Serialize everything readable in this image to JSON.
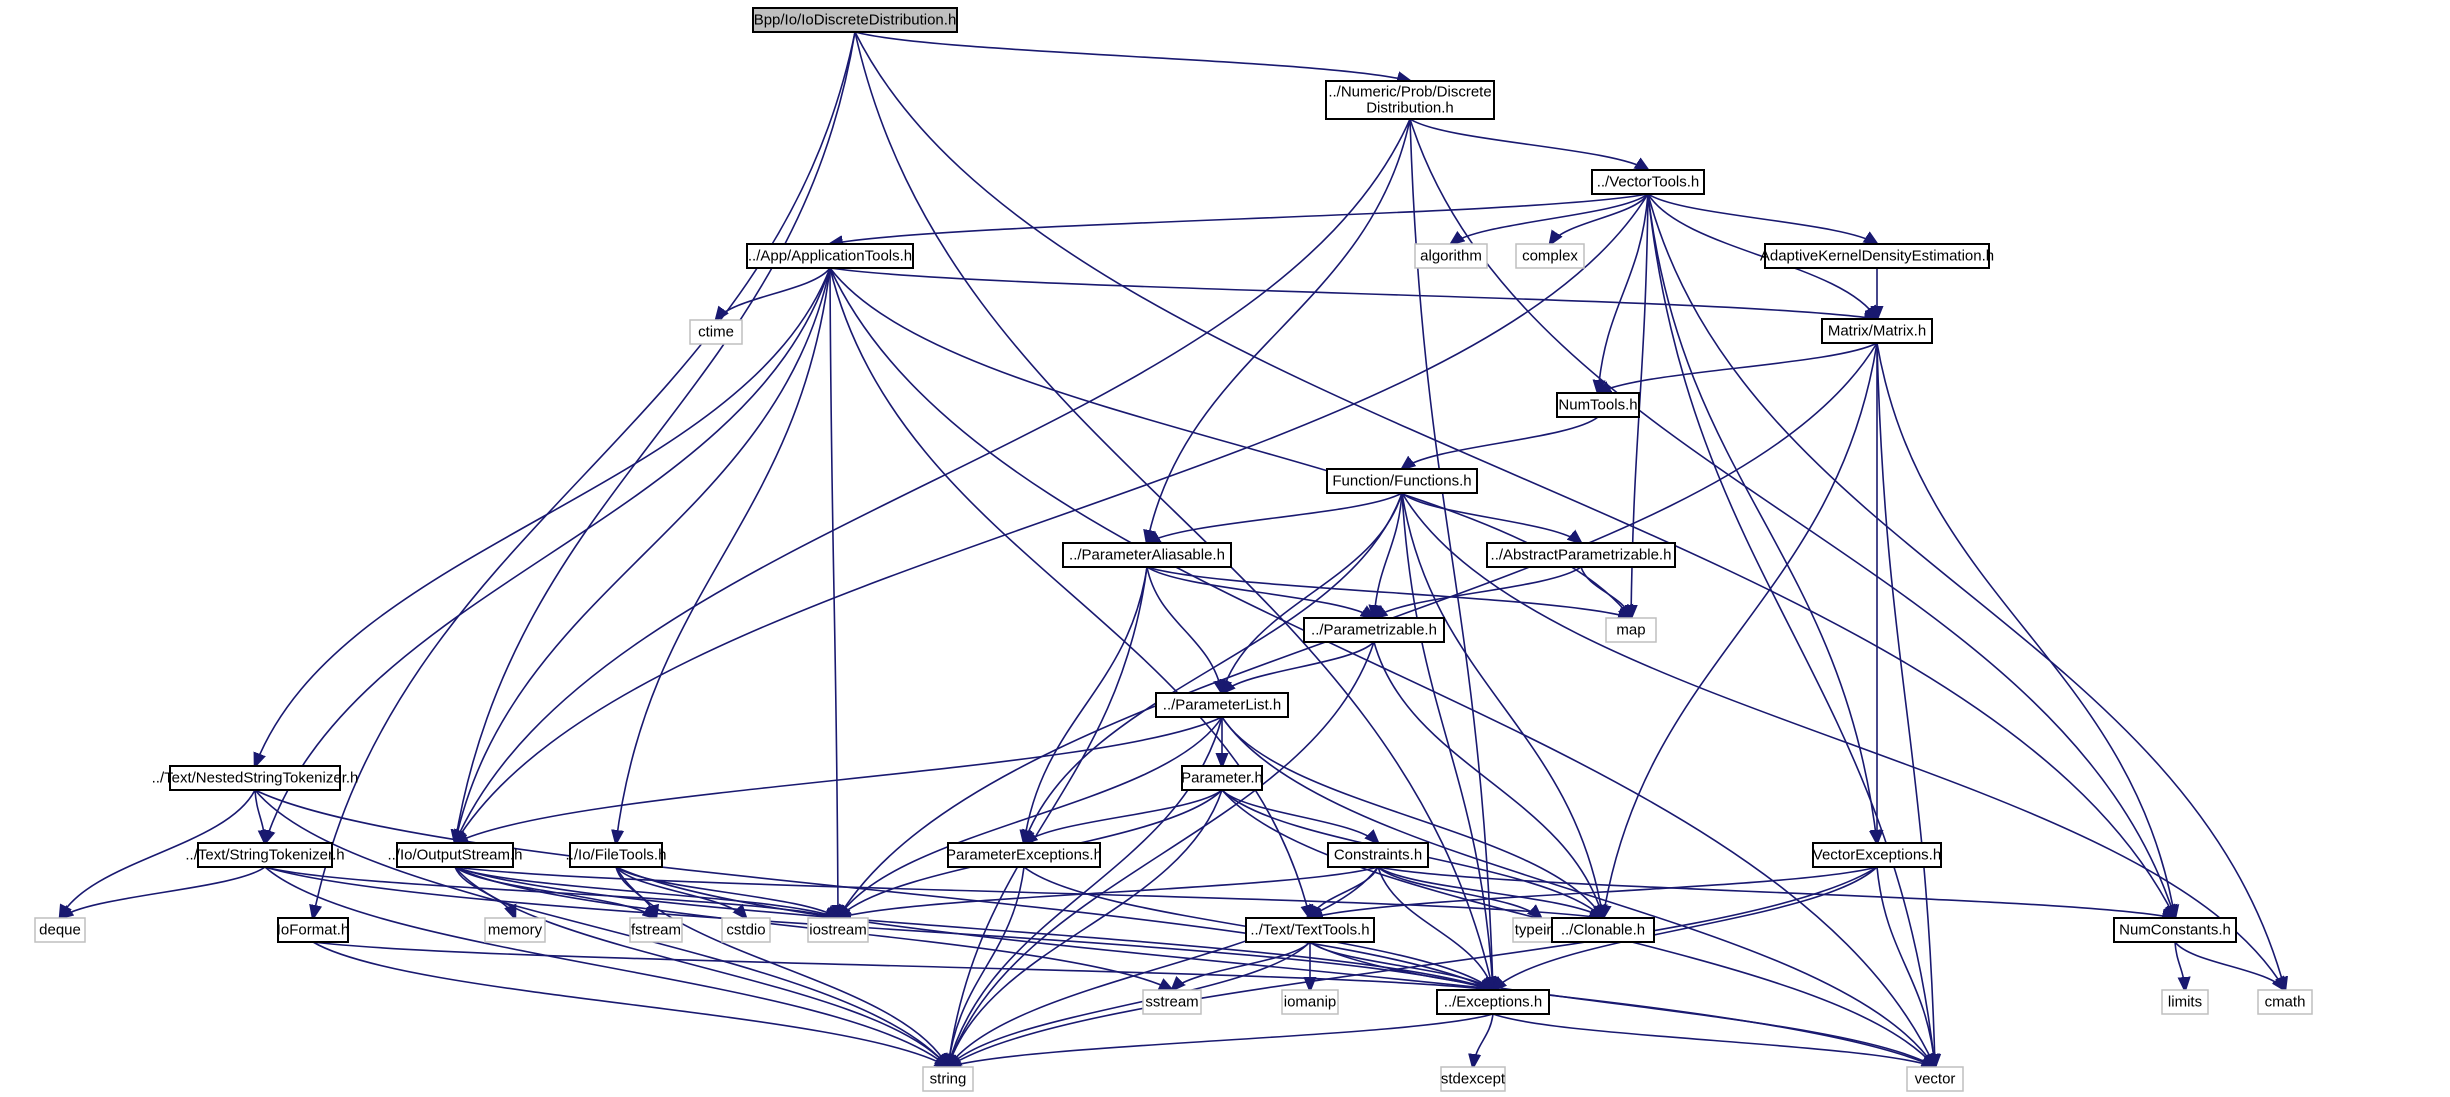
{
  "diagram": {
    "type": "include-dependency-graph",
    "title": "Bpp/Io/IoDiscreteDistribution.h",
    "colors": {
      "edge": "#191970",
      "root_fill": "#bfbfbf",
      "external_border": "#bfbfbf"
    },
    "nodes": [
      {
        "id": "root",
        "label": "Bpp/Io/IoDiscreteDistribution.h",
        "kind": "root"
      },
      {
        "id": "dd",
        "label": "../Numeric/Prob/Discrete\nDistribution.h",
        "kind": "file"
      },
      {
        "id": "vt",
        "label": "../VectorTools.h",
        "kind": "file"
      },
      {
        "id": "at",
        "label": "../App/ApplicationTools.h",
        "kind": "file"
      },
      {
        "id": "algorithm",
        "label": "algorithm",
        "kind": "external"
      },
      {
        "id": "complex",
        "label": "complex",
        "kind": "external"
      },
      {
        "id": "akde",
        "label": "AdaptiveKernelDensityEstimation.h",
        "kind": "file"
      },
      {
        "id": "ctime",
        "label": "ctime",
        "kind": "external"
      },
      {
        "id": "matrix",
        "label": "Matrix/Matrix.h",
        "kind": "file"
      },
      {
        "id": "numtools",
        "label": "NumTools.h",
        "kind": "file"
      },
      {
        "id": "functions",
        "label": "Function/Functions.h",
        "kind": "file"
      },
      {
        "id": "palias",
        "label": "../ParameterAliasable.h",
        "kind": "file"
      },
      {
        "id": "abspar",
        "label": "../AbstractParametrizable.h",
        "kind": "file"
      },
      {
        "id": "map",
        "label": "map",
        "kind": "external"
      },
      {
        "id": "parametrizable",
        "label": "../Parametrizable.h",
        "kind": "file"
      },
      {
        "id": "plist",
        "label": "../ParameterList.h",
        "kind": "file"
      },
      {
        "id": "nst",
        "label": "../Text/NestedStringTokenizer.h",
        "kind": "file"
      },
      {
        "id": "parameter",
        "label": "Parameter.h",
        "kind": "file"
      },
      {
        "id": "st",
        "label": "../Text/StringTokenizer.h",
        "kind": "file"
      },
      {
        "id": "os",
        "label": "../Io/OutputStream.h",
        "kind": "file"
      },
      {
        "id": "ft",
        "label": "../Io/FileTools.h",
        "kind": "file"
      },
      {
        "id": "pexc",
        "label": "ParameterExceptions.h",
        "kind": "file"
      },
      {
        "id": "constraints",
        "label": "Constraints.h",
        "kind": "file"
      },
      {
        "id": "vexc",
        "label": "VectorExceptions.h",
        "kind": "file"
      },
      {
        "id": "deque",
        "label": "deque",
        "kind": "external"
      },
      {
        "id": "ioformat",
        "label": "IoFormat.h",
        "kind": "file"
      },
      {
        "id": "memory",
        "label": "memory",
        "kind": "external"
      },
      {
        "id": "fstream",
        "label": "fstream",
        "kind": "external"
      },
      {
        "id": "cstdio",
        "label": "cstdio",
        "kind": "external"
      },
      {
        "id": "iostream",
        "label": "iostream",
        "kind": "external"
      },
      {
        "id": "tt",
        "label": "../Text/TextTools.h",
        "kind": "file"
      },
      {
        "id": "typeinfo",
        "label": "typeinfo",
        "kind": "external"
      },
      {
        "id": "clonable",
        "label": "../Clonable.h",
        "kind": "file"
      },
      {
        "id": "numconst",
        "label": "NumConstants.h",
        "kind": "file"
      },
      {
        "id": "sstream",
        "label": "sstream",
        "kind": "external"
      },
      {
        "id": "iomanip",
        "label": "iomanip",
        "kind": "external"
      },
      {
        "id": "exc",
        "label": "../Exceptions.h",
        "kind": "file"
      },
      {
        "id": "limits",
        "label": "limits",
        "kind": "external"
      },
      {
        "id": "cmath",
        "label": "cmath",
        "kind": "external"
      },
      {
        "id": "string",
        "label": "string",
        "kind": "external"
      },
      {
        "id": "stdexcept",
        "label": "stdexcept",
        "kind": "external"
      },
      {
        "id": "vector",
        "label": "vector",
        "kind": "external"
      }
    ],
    "edges": [
      [
        "root",
        "dd"
      ],
      [
        "root",
        "os"
      ],
      [
        "root",
        "ioformat"
      ],
      [
        "root",
        "numconst"
      ],
      [
        "root",
        "exc"
      ],
      [
        "dd",
        "vt"
      ],
      [
        "dd",
        "palias"
      ],
      [
        "dd",
        "os"
      ],
      [
        "dd",
        "numconst"
      ],
      [
        "dd",
        "exc"
      ],
      [
        "vt",
        "at"
      ],
      [
        "vt",
        "algorithm"
      ],
      [
        "vt",
        "complex"
      ],
      [
        "vt",
        "akde"
      ],
      [
        "vt",
        "matrix"
      ],
      [
        "vt",
        "numtools"
      ],
      [
        "vt",
        "map"
      ],
      [
        "vt",
        "vexc"
      ],
      [
        "vt",
        "os"
      ],
      [
        "vt",
        "cmath"
      ],
      [
        "vt",
        "vector"
      ],
      [
        "at",
        "ctime"
      ],
      [
        "at",
        "matrix"
      ],
      [
        "at",
        "nst"
      ],
      [
        "at",
        "st"
      ],
      [
        "at",
        "os"
      ],
      [
        "at",
        "ft"
      ],
      [
        "at",
        "iostream"
      ],
      [
        "at",
        "tt"
      ],
      [
        "at",
        "map"
      ],
      [
        "at",
        "vector"
      ],
      [
        "akde",
        "matrix"
      ],
      [
        "matrix",
        "numtools"
      ],
      [
        "matrix",
        "vexc"
      ],
      [
        "matrix",
        "clonable"
      ],
      [
        "matrix",
        "numconst"
      ],
      [
        "matrix",
        "iostream"
      ],
      [
        "matrix",
        "vector"
      ],
      [
        "numtools",
        "functions"
      ],
      [
        "functions",
        "palias"
      ],
      [
        "functions",
        "abspar"
      ],
      [
        "functions",
        "parametrizable"
      ],
      [
        "functions",
        "plist"
      ],
      [
        "functions",
        "pexc"
      ],
      [
        "functions",
        "clonable"
      ],
      [
        "functions",
        "exc"
      ],
      [
        "functions",
        "cmath"
      ],
      [
        "palias",
        "parametrizable"
      ],
      [
        "palias",
        "plist"
      ],
      [
        "palias",
        "pexc"
      ],
      [
        "palias",
        "map"
      ],
      [
        "palias",
        "string"
      ],
      [
        "abspar",
        "parametrizable"
      ],
      [
        "abspar",
        "map"
      ],
      [
        "parametrizable",
        "plist"
      ],
      [
        "parametrizable",
        "clonable"
      ],
      [
        "parametrizable",
        "string"
      ],
      [
        "plist",
        "parameter"
      ],
      [
        "plist",
        "os"
      ],
      [
        "plist",
        "iostream"
      ],
      [
        "plist",
        "clonable"
      ],
      [
        "plist",
        "string"
      ],
      [
        "plist",
        "vector"
      ],
      [
        "nst",
        "st"
      ],
      [
        "nst",
        "deque"
      ],
      [
        "nst",
        "exc"
      ],
      [
        "nst",
        "string"
      ],
      [
        "parameter",
        "pexc"
      ],
      [
        "parameter",
        "constraints"
      ],
      [
        "parameter",
        "clonable"
      ],
      [
        "parameter",
        "iostream"
      ],
      [
        "parameter",
        "string"
      ],
      [
        "parameter",
        "vector"
      ],
      [
        "st",
        "deque"
      ],
      [
        "st",
        "exc"
      ],
      [
        "st",
        "iostream"
      ],
      [
        "st",
        "string"
      ],
      [
        "os",
        "memory"
      ],
      [
        "os",
        "fstream"
      ],
      [
        "os",
        "iostream"
      ],
      [
        "os",
        "exc"
      ],
      [
        "os",
        "clonable"
      ],
      [
        "os",
        "sstream"
      ],
      [
        "os",
        "string"
      ],
      [
        "ft",
        "fstream"
      ],
      [
        "ft",
        "cstdio"
      ],
      [
        "ft",
        "iostream"
      ],
      [
        "ft",
        "vector"
      ],
      [
        "ft",
        "string"
      ],
      [
        "pexc",
        "exc"
      ],
      [
        "pexc",
        "string"
      ],
      [
        "constraints",
        "tt"
      ],
      [
        "constraints",
        "clonable"
      ],
      [
        "constraints",
        "typeinfo"
      ],
      [
        "constraints",
        "numconst"
      ],
      [
        "constraints",
        "exc"
      ],
      [
        "constraints",
        "iostream"
      ],
      [
        "constraints",
        "string"
      ],
      [
        "vexc",
        "tt"
      ],
      [
        "vexc",
        "exc"
      ],
      [
        "vexc",
        "vector"
      ],
      [
        "vexc",
        "string"
      ],
      [
        "ioformat",
        "exc"
      ],
      [
        "ioformat",
        "string"
      ],
      [
        "tt",
        "sstream"
      ],
      [
        "tt",
        "iomanip"
      ],
      [
        "tt",
        "exc"
      ],
      [
        "tt",
        "string"
      ],
      [
        "tt",
        "vector"
      ],
      [
        "numconst",
        "limits"
      ],
      [
        "numconst",
        "cmath"
      ],
      [
        "exc",
        "stdexcept"
      ],
      [
        "exc",
        "string"
      ],
      [
        "exc",
        "vector"
      ]
    ]
  }
}
